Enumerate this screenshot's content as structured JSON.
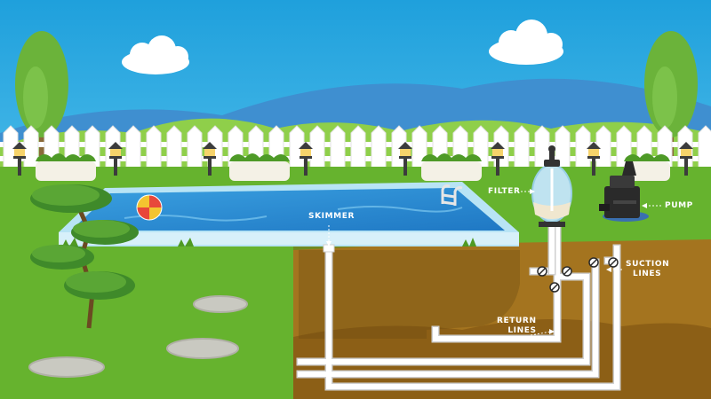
{
  "labels": {
    "skimmer": "SKIMMER",
    "filter": "FILTER",
    "pump": "PUMP",
    "return_lines": [
      "RETURN",
      "LINES"
    ],
    "suction_lines": [
      "SUCTION",
      "LINES"
    ]
  },
  "colors": {
    "sky": "#29a8e0",
    "cloud": "#ffffff",
    "hill_back": "#3f8fd0",
    "hill_front": "#8fcf4a",
    "fence": "#ffffff",
    "grass": "#66b32e",
    "grass_dark": "#4f9a23",
    "dirt": "#a4741f",
    "dirt_dark": "#8c5f16",
    "pool_water": "#2f8fd6",
    "pool_edge": "#b8e4f5",
    "pipe": "#ffffff",
    "pipe_outline": "#cfcfcf",
    "tree": "#6bb33a",
    "planter": "#f4f1e6",
    "lamp": "#3c3c3c",
    "stone": "#c9c9c1",
    "filter_body": "#bfe3f0",
    "pump_body": "#2a2a2a"
  },
  "icons": [
    "cloud-icon",
    "tree-icon",
    "lamp-icon",
    "beach-ball-icon",
    "ladder-icon",
    "filter-icon",
    "pump-icon",
    "valve-icon",
    "stepping-stone-icon",
    "shrub-icon",
    "planter-icon"
  ]
}
